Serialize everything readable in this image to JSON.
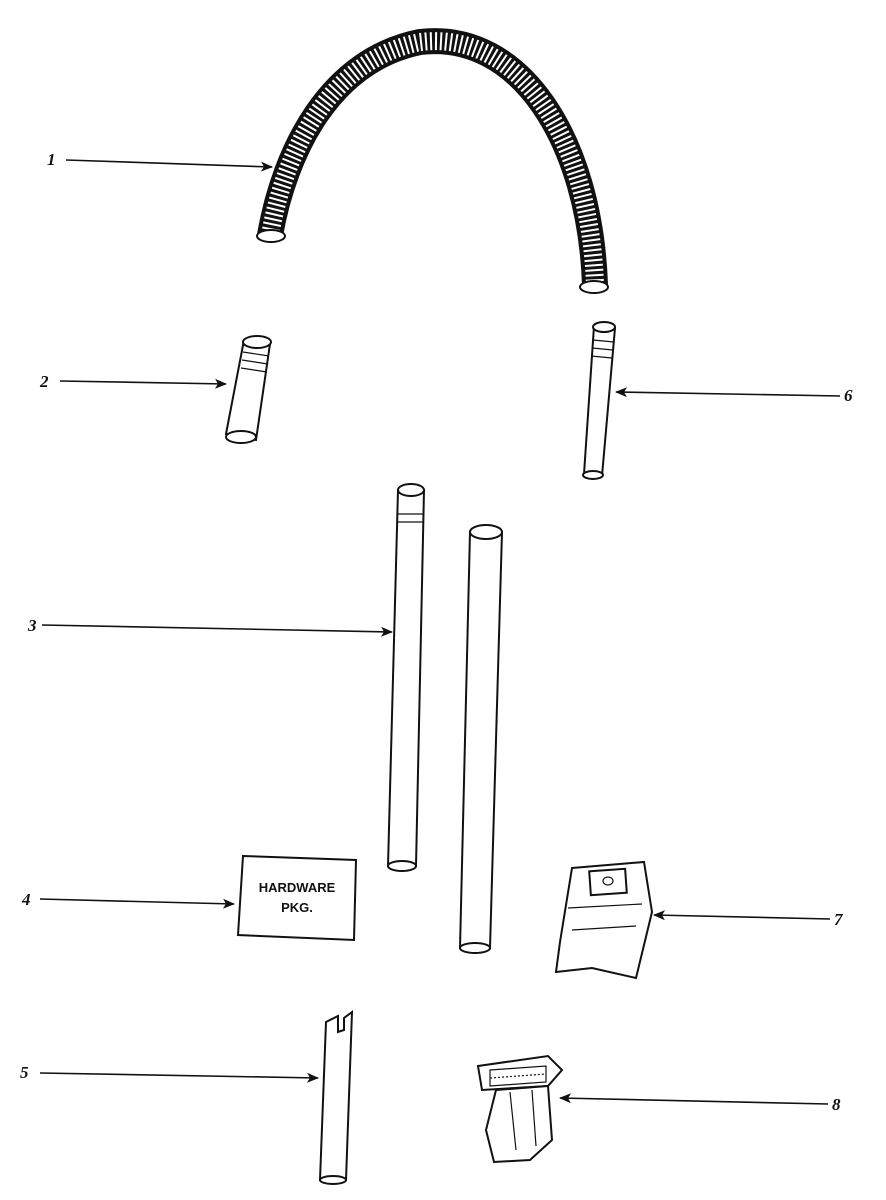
{
  "parts": [
    {
      "number": "1",
      "icon": "flexible-hose-icon"
    },
    {
      "number": "2",
      "icon": "hose-connector-icon"
    },
    {
      "number": "3",
      "icon": "extension-wand-icon"
    },
    {
      "number": "4",
      "icon": "hardware-package-icon",
      "label_line1": "HARDWARE",
      "label_line2": "PKG."
    },
    {
      "number": "5",
      "icon": "crevice-tool-icon"
    },
    {
      "number": "6",
      "icon": "hose-end-connector-icon"
    },
    {
      "number": "7",
      "icon": "dust-bag-icon"
    },
    {
      "number": "8",
      "icon": "floor-nozzle-icon"
    }
  ]
}
